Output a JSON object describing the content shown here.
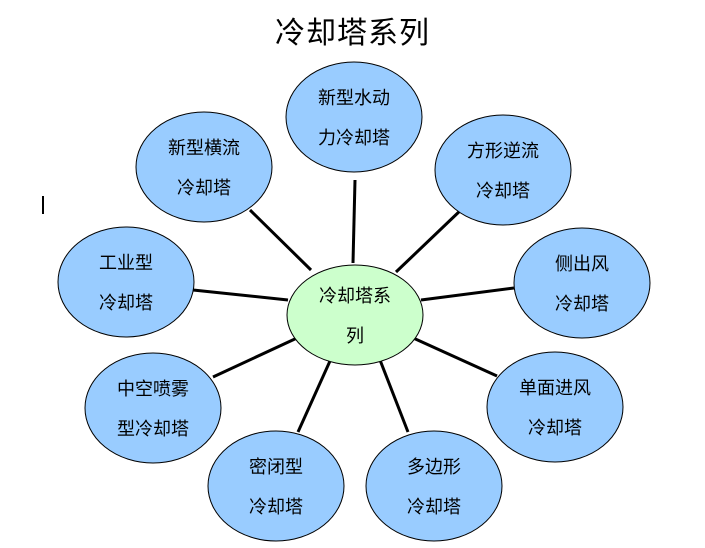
{
  "title": "冷却塔系列",
  "center": {
    "lines": [
      "冷却塔系",
      "列"
    ],
    "fill": "#ccffcc"
  },
  "nodes": [
    {
      "id": "new-hydrodynamic",
      "lines": [
        "新型水动",
        "力冷却塔"
      ]
    },
    {
      "id": "square-counterflow",
      "lines": [
        "方形逆流",
        "冷却塔"
      ]
    },
    {
      "id": "side-outlet",
      "lines": [
        "侧出风",
        "冷却塔"
      ]
    },
    {
      "id": "single-face-inlet",
      "lines": [
        "单面进风",
        "冷却塔"
      ]
    },
    {
      "id": "polygonal",
      "lines": [
        "多边形",
        "冷却塔"
      ]
    },
    {
      "id": "closed",
      "lines": [
        "密闭型",
        "冷却塔"
      ]
    },
    {
      "id": "hollow-spray",
      "lines": [
        "中空喷雾",
        "型冷却塔"
      ]
    },
    {
      "id": "industrial",
      "lines": [
        "工业型",
        "冷却塔"
      ]
    },
    {
      "id": "new-crossflow",
      "lines": [
        "新型横流",
        "冷却塔"
      ]
    }
  ],
  "colors": {
    "node_fill": "#99ccff",
    "stroke": "#000000"
  }
}
